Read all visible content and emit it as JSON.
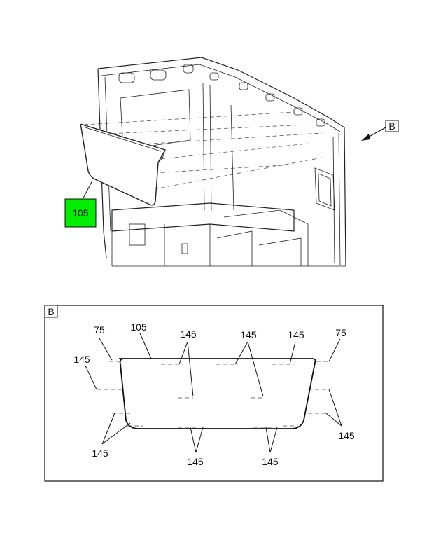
{
  "callouts": {
    "part_tag": "105",
    "view_ref": "B"
  },
  "detail": {
    "frame_label": "B",
    "labels": {
      "l75_left": "75",
      "l105": "105",
      "l145_top1": "145",
      "l145_top2": "145",
      "l145_top3": "145",
      "l75_right": "75",
      "l145_left_top": "145",
      "l145_right": "145",
      "l145_left_bottom": "145",
      "l145_bottom1": "145",
      "l145_bottom2": "145"
    }
  },
  "colors": {
    "tag_fill": "#00ee00",
    "line": "#222222"
  }
}
